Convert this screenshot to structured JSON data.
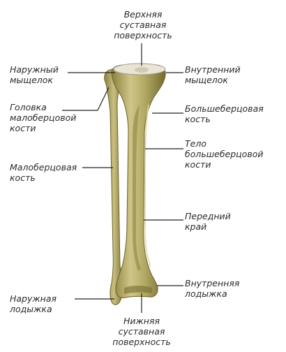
{
  "labels": {
    "upper_articular_surface": "Верхняя\nсуставная\nповерхность",
    "lateral_condyle": "Наружный\nмыщелок",
    "medial_condyle": "Внутренний\nмыщелок",
    "fibula_head": "Головка\nмалоберцовой\nкости",
    "tibia": "Большеберцовая\nкость",
    "tibia_body": "Тело\nбольшеберцовой\nкости",
    "fibula": "Малоберцовая\nкость",
    "anterior_edge": "Передний\nкрай",
    "lateral_malleolus": "Наружная\nлодыжка",
    "medial_malleolus": "Внутренняя\nлодыжка",
    "lower_articular_surface": "Нижняя\nсуставная\nповерхность"
  },
  "colors": {
    "bone_fill": "#b7ad6a",
    "bone_shadow": "#7c7235",
    "bone_highlight": "#d9d29a",
    "articular_surface": "#e6e3d6",
    "leader_line": "#222222"
  }
}
